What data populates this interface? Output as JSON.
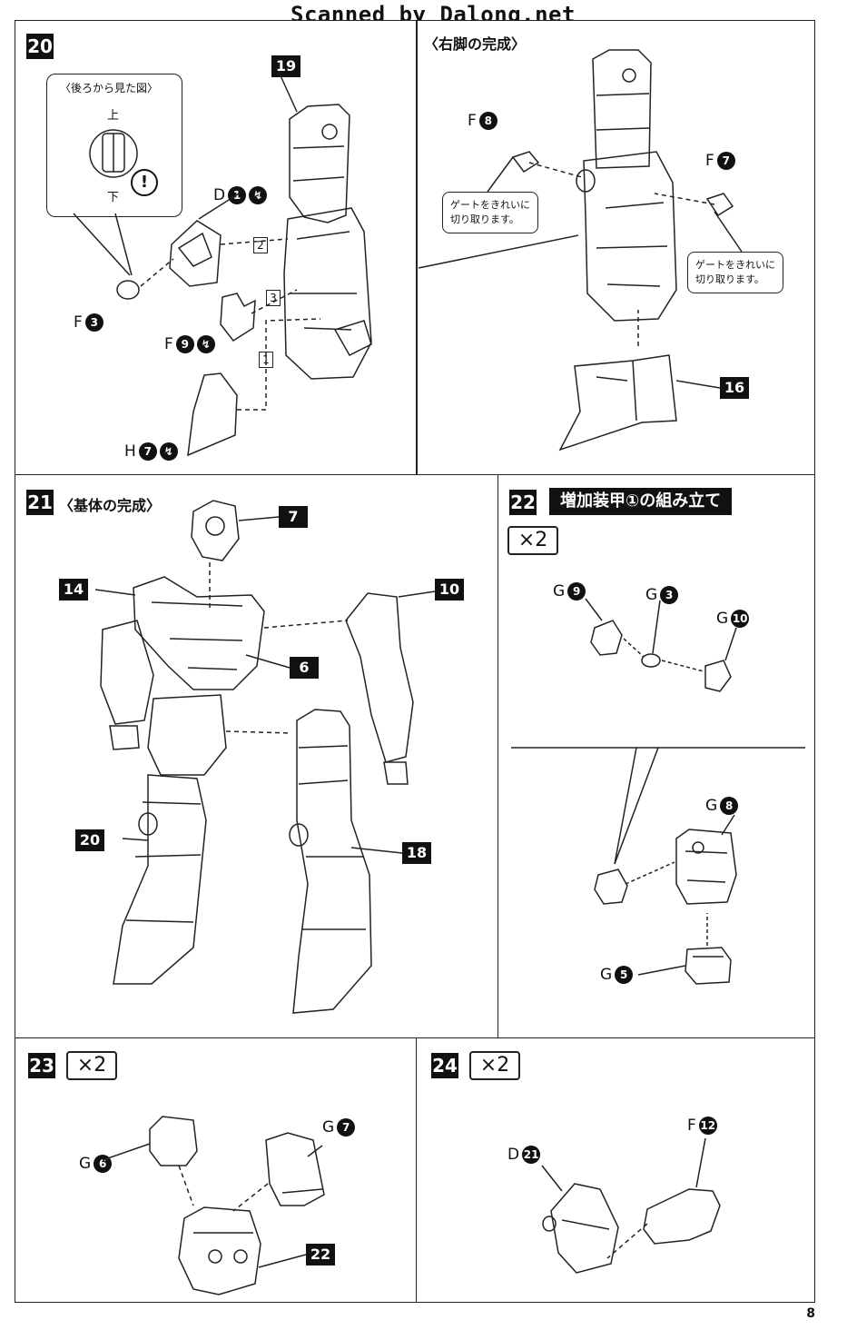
{
  "watermark": "Scanned by Dalong.net",
  "page_number": "8",
  "step20": {
    "step_no": "20",
    "inset_title": "〈後ろから見た図〉",
    "up_label": "上",
    "down_label": "下",
    "warning": "!",
    "parts": {
      "assembly": "19",
      "d1": {
        "letter": "D",
        "num": "1"
      },
      "f3": {
        "letter": "F",
        "num": "3"
      },
      "f9": {
        "letter": "F",
        "num": "9"
      },
      "h7": {
        "letter": "H",
        "num": "7"
      }
    },
    "seq": [
      "2",
      "3",
      "1"
    ]
  },
  "right_leg": {
    "heading": "〈右脚の完成〉",
    "f8": {
      "letter": "F",
      "num": "8"
    },
    "f7": {
      "letter": "F",
      "num": "7"
    },
    "note1": "ゲートをきれいに\n切り取ります。",
    "note2": "ゲートをきれいに\n切り取ります。",
    "part16": "16"
  },
  "step21": {
    "step_no": "21",
    "heading": "〈基体の完成〉",
    "parts": [
      "7",
      "14",
      "10",
      "6",
      "20",
      "18"
    ]
  },
  "step22": {
    "step_no": "22",
    "banner": "増加装甲①の組み立て",
    "times": "×2",
    "g9": {
      "letter": "G",
      "num": "9"
    },
    "g3": {
      "letter": "G",
      "num": "3"
    },
    "g10": {
      "letter": "G",
      "num": "10"
    },
    "g8": {
      "letter": "G",
      "num": "8"
    },
    "g5": {
      "letter": "G",
      "num": "5"
    }
  },
  "step23": {
    "step_no": "23",
    "times": "×2",
    "g6": {
      "letter": "G",
      "num": "6"
    },
    "g7": {
      "letter": "G",
      "num": "7"
    },
    "part22": "22"
  },
  "step24": {
    "step_no": "24",
    "times": "×2",
    "d21": {
      "letter": "D",
      "num": "21"
    },
    "f12": {
      "letter": "F",
      "num": "12"
    }
  }
}
